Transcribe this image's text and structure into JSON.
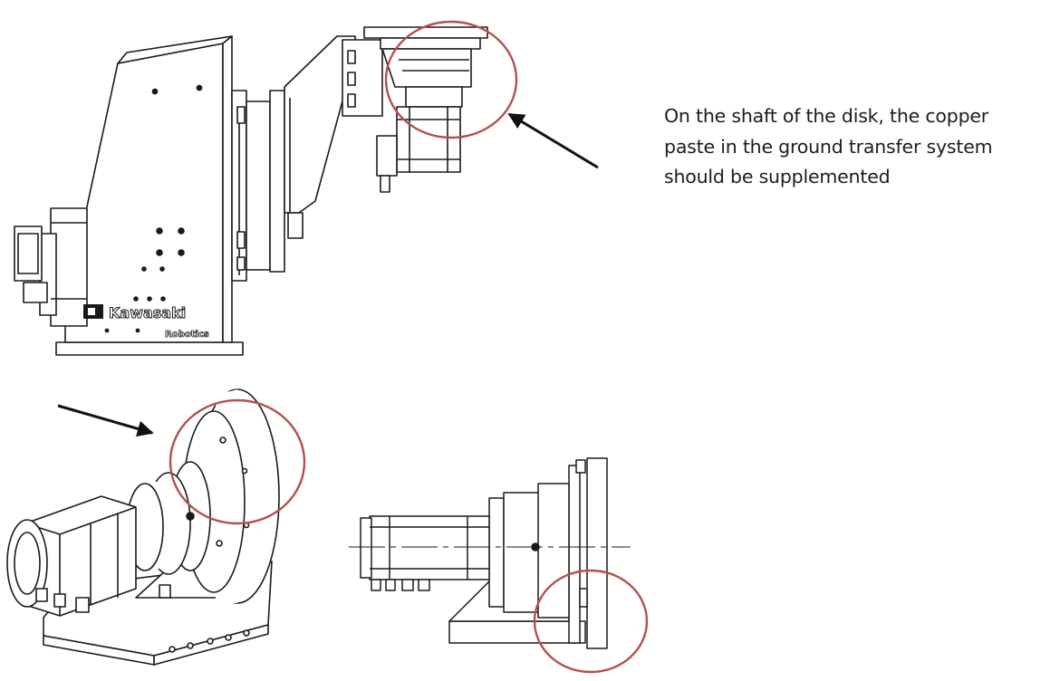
{
  "annotation": {
    "lines": [
      "On the shaft of the disk, the copper",
      "paste in the ground transfer system",
      "should be supplemented"
    ]
  },
  "logo": {
    "brand": "Kawasaki",
    "sub": "Robotics"
  },
  "colors": {
    "highlight_circle": "#b5504e",
    "line": "#1a1a1a",
    "background": "#ffffff"
  }
}
